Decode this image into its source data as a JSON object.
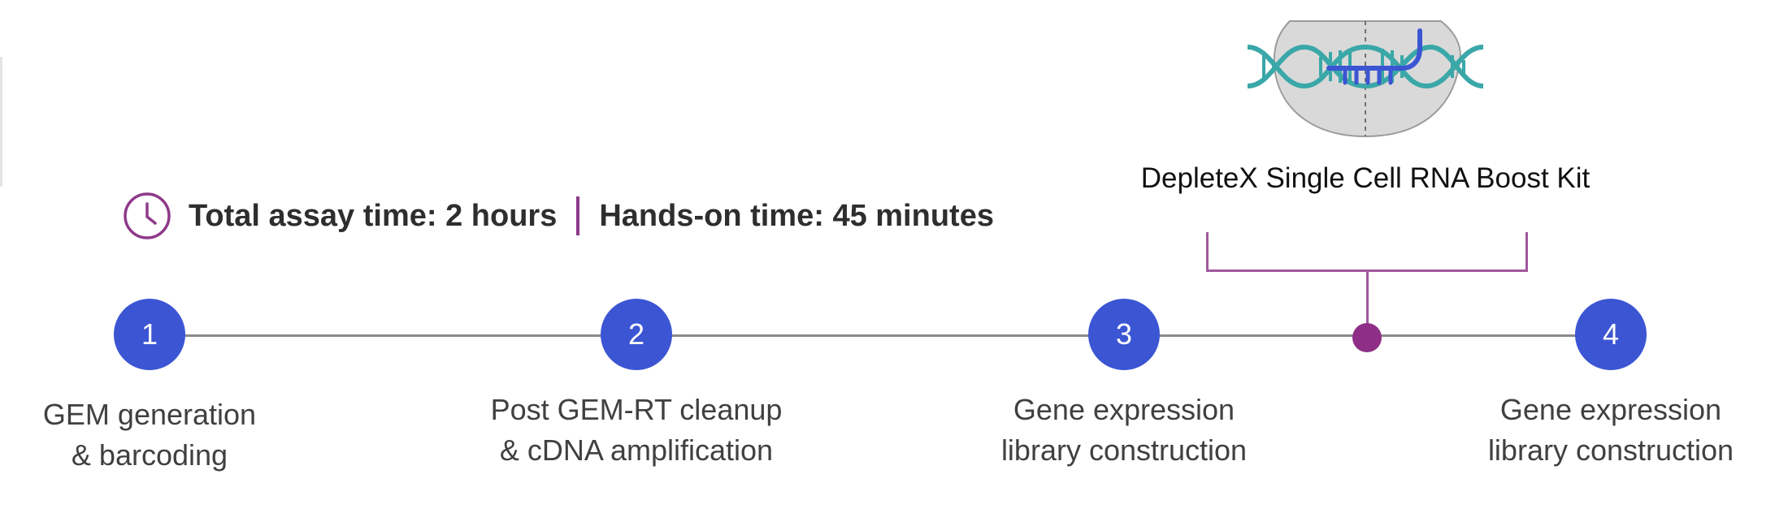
{
  "assay_times": {
    "total": "Total assay time: 2 hours",
    "hands_on": "Hands-on time: 45 minutes"
  },
  "kit": {
    "label": "DepleteX Single Cell RNA Boost Kit"
  },
  "steps": [
    {
      "number": "1",
      "line1": "GEM generation",
      "line2": "& barcoding"
    },
    {
      "number": "2",
      "line1": "Post GEM-RT cleanup",
      "line2": "& cDNA amplification"
    },
    {
      "number": "3",
      "line1": "Gene expression",
      "line2": "library construction"
    },
    {
      "number": "4",
      "line1": "Gene expression",
      "line2": "library construction"
    }
  ],
  "colors": {
    "step_circle": "#3b55d3",
    "bracket": "#a0589e",
    "milestone_dot": "#8e2e86",
    "dna": "#3aa7a8",
    "guide": "#3b55d3",
    "timeline": "#8a8a8a"
  },
  "icons": [
    "clock-icon",
    "dna-droplet-illustration"
  ]
}
